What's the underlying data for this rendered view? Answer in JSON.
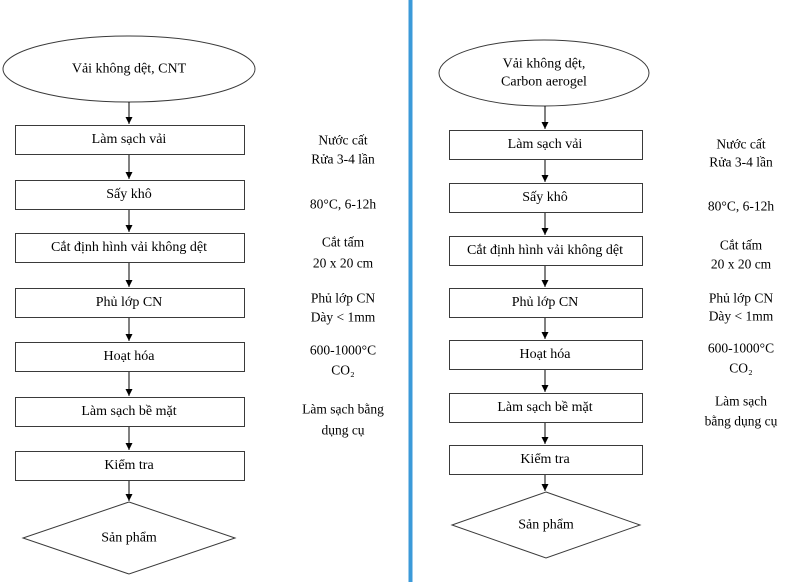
{
  "colors": {
    "divider": "#3b9ad9",
    "stroke": "#3a3a3a",
    "background": "#ffffff"
  },
  "left": {
    "start": [
      "Vải không dệt, CNT"
    ],
    "steps": [
      "Làm sạch vải",
      "Sấy khô",
      "Cắt định hình vải không dệt",
      "Phủ lớp CN",
      "Hoạt hóa",
      "Làm sạch bề mặt",
      "Kiểm tra"
    ],
    "end": "Sản phẩm",
    "notes": [
      [
        "Nước cất",
        "Rửa 3-4 lần"
      ],
      [
        "80°C, 6-12h"
      ],
      [
        "Cắt tấm",
        "20 x 20 cm"
      ],
      [
        "Phủ lớp CN",
        "Dày < 1mm"
      ],
      [
        "600-1000°C",
        "CO₂"
      ],
      [
        "Làm sạch bằng",
        "dụng cụ"
      ],
      []
    ]
  },
  "right": {
    "start": [
      "Vải không dệt,",
      "Carbon aerogel"
    ],
    "steps": [
      "Làm sạch vải",
      "Sấy khô",
      "Cắt định hình vải không dệt",
      "Phủ lớp CN",
      "Hoạt hóa",
      "Làm sạch bề mặt",
      "Kiểm tra"
    ],
    "end": "Sản phẩm",
    "notes": [
      [
        "Nước cất",
        "Rửa 3-4 lần"
      ],
      [
        "80°C, 6-12h"
      ],
      [
        "Cắt tấm",
        "20 x 20 cm"
      ],
      [
        "Phủ lớp CN",
        "Dày < 1mm"
      ],
      [
        "600-1000°C",
        "CO₂"
      ],
      [
        "Làm sạch",
        "bằng dụng cụ"
      ],
      []
    ]
  }
}
